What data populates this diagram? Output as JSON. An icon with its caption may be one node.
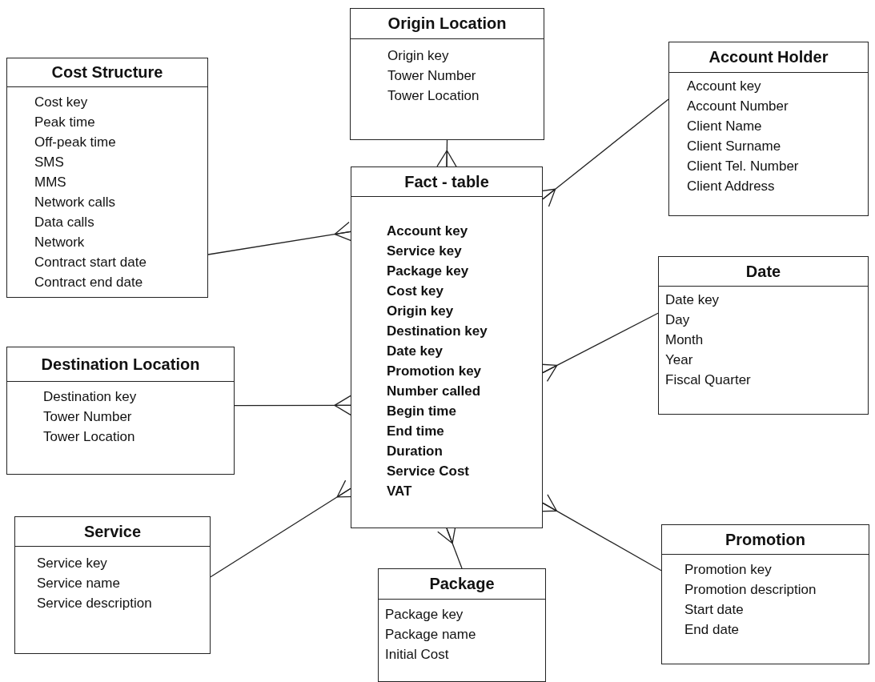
{
  "diagram": {
    "nodes": [
      {
        "text": [
          "Cost Structure",
          "Cost key",
          "Peak time",
          "Off-peak time",
          "SMS",
          "MMS",
          "Network calls",
          "Data calls",
          "Network",
          "Contract start date",
          "Contract end date"
        ]
      },
      {
        "text": [
          "Origin Location",
          "Origin key",
          "Tower Number",
          "Tower Location"
        ]
      },
      {
        "text": [
          "Account Holder",
          "Account key",
          "Account Number",
          "Client Name",
          "Client Surname",
          "Client Tel. Number",
          "Client Address"
        ]
      },
      {
        "text": [
          "Fact - table",
          "Account key",
          "Service key",
          "Package key",
          "Cost key",
          "Origin key",
          "Destination key",
          "Date key",
          "Promotion key",
          "Number called",
          "Begin time",
          "End time",
          "Duration",
          "Service Cost",
          "VAT"
        ]
      },
      {
        "text": [
          "Date",
          "Date key",
          "Day",
          "Month",
          "Year",
          "Fiscal Quarter"
        ]
      },
      {
        "text": [
          "Destination Location",
          "Destination key",
          "Tower Number",
          "Tower Location"
        ]
      },
      {
        "text": [
          "Promotion",
          "Promotion key",
          "Promotion description",
          "Start date",
          "End date"
        ]
      },
      {
        "text": [
          "Service",
          "Service key",
          "Service name",
          "Service description"
        ]
      },
      {
        "text": [
          "Package",
          "Package key",
          "Package name",
          "Initial Cost"
        ]
      }
    ],
    "edges": [
      {
        "from": 0,
        "to": 3,
        "arrow": "other"
      },
      {
        "from": 1,
        "to": 3,
        "arrow": "other"
      },
      {
        "from": 2,
        "to": 3,
        "arrow": "other"
      },
      {
        "from": 4,
        "to": 3,
        "arrow": "other"
      },
      {
        "from": 5,
        "to": 3,
        "arrow": "other"
      },
      {
        "from": 7,
        "to": 3,
        "arrow": "other"
      },
      {
        "from": 6,
        "to": 3,
        "arrow": "other"
      },
      {
        "from": 8,
        "to": 3,
        "arrow": "other"
      }
    ]
  }
}
